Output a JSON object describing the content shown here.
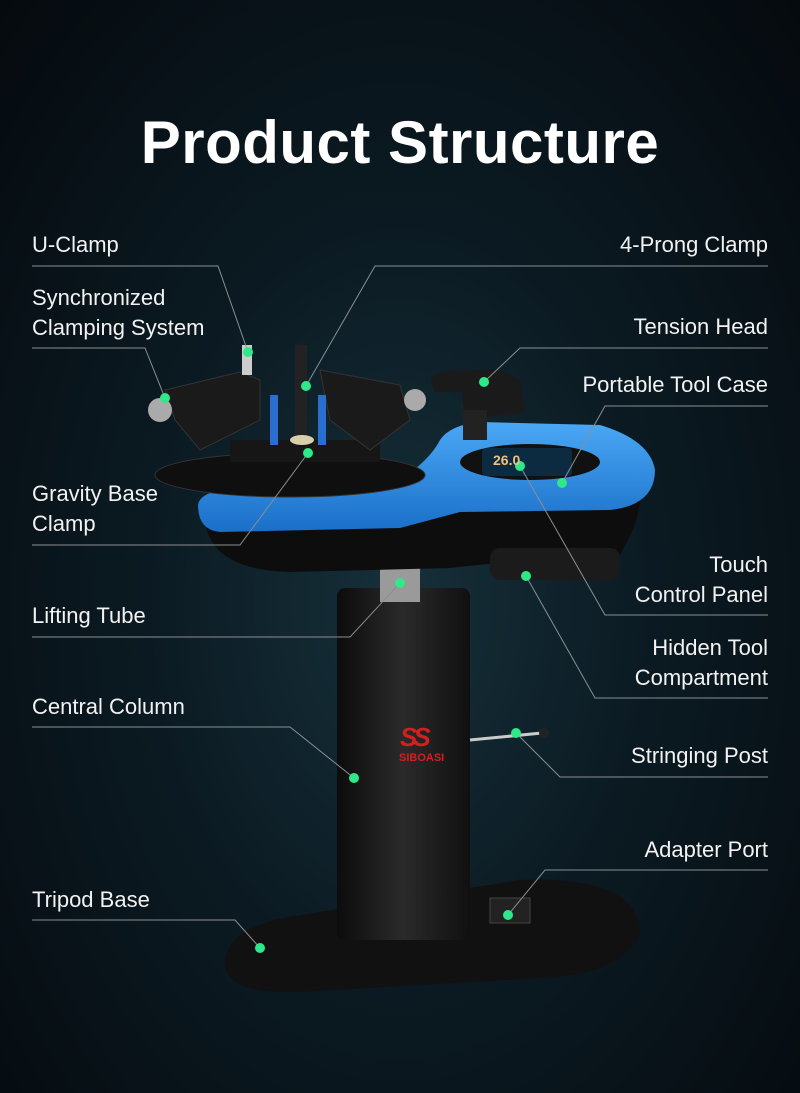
{
  "title": "Product Structure",
  "labels": {
    "u_clamp": "U-Clamp",
    "sync_1": "Synchronized",
    "sync_2": "Clamping System",
    "gravity_1": "Gravity Base",
    "gravity_2": "Clamp",
    "lifting_tube": "Lifting Tube",
    "central_column": "Central Column",
    "tripod_base": "Tripod Base",
    "four_prong": "4-Prong Clamp",
    "tension_head": "Tension Head",
    "tool_case": "Portable Tool Case",
    "touch_1": "Touch",
    "touch_2": "Control Panel",
    "hidden_1": "Hidden Tool",
    "hidden_2": "Compartment",
    "stringing_post": "Stringing Post",
    "adapter_port": "Adapter Port"
  },
  "product": {
    "brand": "SIBOASI",
    "brand_mark": "SS",
    "screen_value": "26.0"
  },
  "colors": {
    "accent_dot": "#2ee88a",
    "body_blue": "#2a8fe8",
    "body_black": "#141414",
    "brand_red": "#d02020"
  }
}
